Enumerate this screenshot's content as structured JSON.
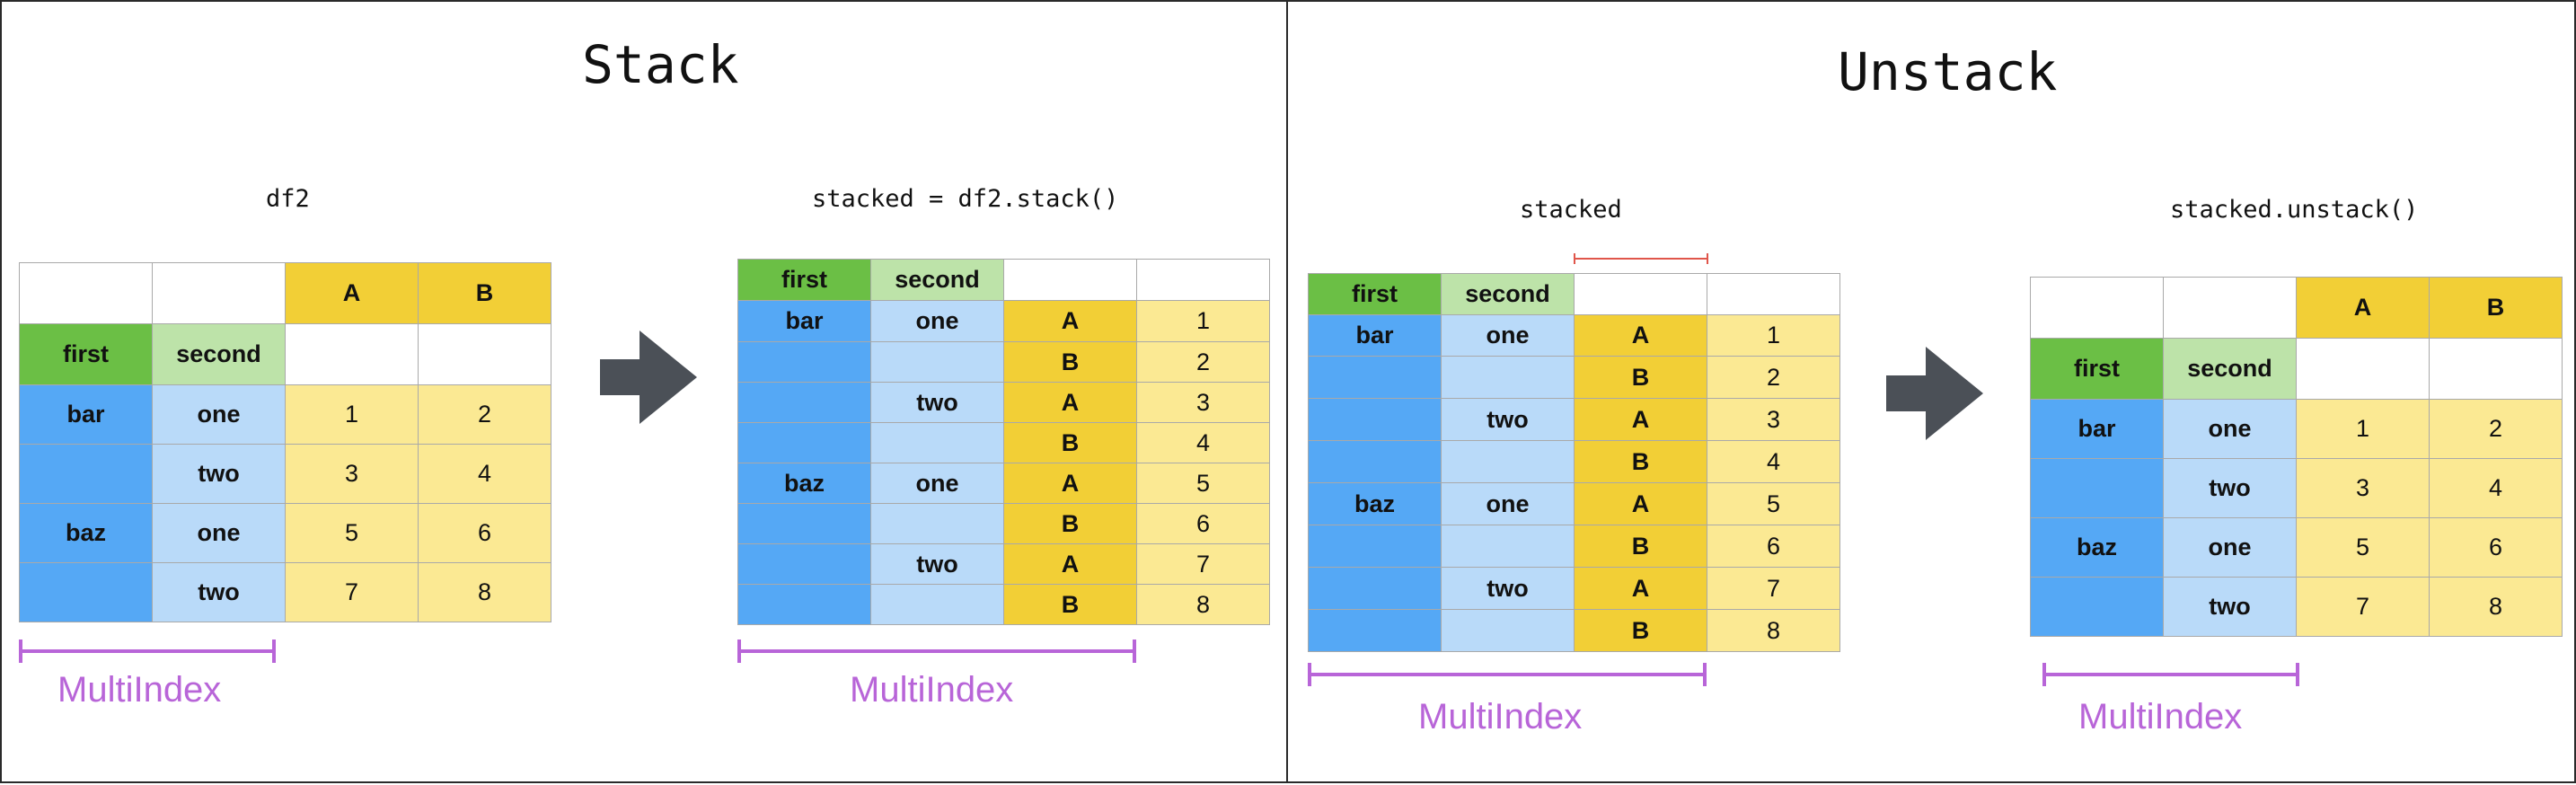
{
  "stack_panel": {
    "title": "Stack",
    "df2_caption": "df2",
    "stacked_caption": "stacked = df2.stack()",
    "multiindex_label": "MultiIndex"
  },
  "unstack_panel": {
    "title": "Unstack",
    "stacked_caption": "stacked",
    "unstacked_caption": "stacked.unstack()",
    "multiindex_label": "MultiIndex"
  },
  "wide_table": {
    "columns": [
      "A",
      "B"
    ],
    "index_names": [
      "first",
      "second"
    ],
    "rows": [
      {
        "first": "bar",
        "second": "one",
        "values": [
          "1",
          "2"
        ]
      },
      {
        "first": "",
        "second": "two",
        "values": [
          "3",
          "4"
        ]
      },
      {
        "first": "baz",
        "second": "one",
        "values": [
          "5",
          "6"
        ]
      },
      {
        "first": "",
        "second": "two",
        "values": [
          "7",
          "8"
        ]
      }
    ]
  },
  "long_table": {
    "index_names": [
      "first",
      "second"
    ],
    "rows": [
      {
        "first": "bar",
        "second": "one",
        "key": "A",
        "value": "1"
      },
      {
        "first": "",
        "second": "",
        "key": "B",
        "value": "2"
      },
      {
        "first": "",
        "second": "two",
        "key": "A",
        "value": "3"
      },
      {
        "first": "",
        "second": "",
        "key": "B",
        "value": "4"
      },
      {
        "first": "baz",
        "second": "one",
        "key": "A",
        "value": "5"
      },
      {
        "first": "",
        "second": "",
        "key": "B",
        "value": "6"
      },
      {
        "first": "",
        "second": "two",
        "key": "A",
        "value": "7"
      },
      {
        "first": "",
        "second": "",
        "key": "B",
        "value": "8"
      }
    ]
  },
  "colors": {
    "column_header": "#f2cf36",
    "first_level": "#55a8f5",
    "second_level": "#b9daf9",
    "index_name_first": "#6bbf45",
    "index_name_second": "#bde3a9",
    "values": "#fbe993",
    "multiindex": "#b865d8",
    "arrow": "#4b5057",
    "unstack_marker": "#e0564b"
  }
}
